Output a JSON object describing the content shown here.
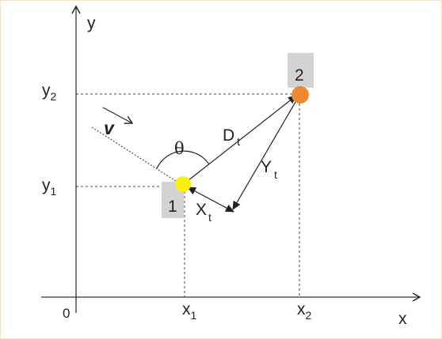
{
  "axes": {
    "x_label": "x",
    "y_label": "y",
    "origin": "0"
  },
  "ticks": {
    "x1_base": "x",
    "x1_sub": "1",
    "x2_base": "x",
    "x2_sub": "2",
    "y1_base": "y",
    "y1_sub": "1",
    "y2_base": "y",
    "y2_sub": "2"
  },
  "points": {
    "p1_label": "1",
    "p2_label": "2",
    "p1_color": "#ffee11",
    "p2_color": "#ee8833",
    "badge_color": "#d3d3d3"
  },
  "vectors": {
    "D_base": "D",
    "D_sub": "t",
    "Y_base": "Y",
    "Y_sub": "t",
    "X_base": "X",
    "X_sub": "t",
    "theta": "θ",
    "velocity": "v"
  }
}
